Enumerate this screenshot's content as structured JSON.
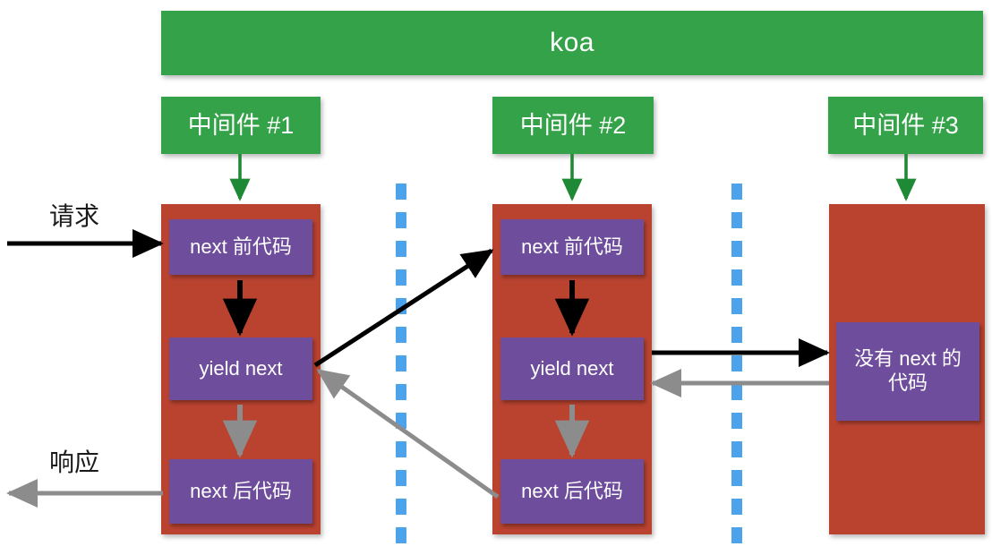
{
  "diagram": {
    "title": "koa middleware flow",
    "colors": {
      "green": "#34a248",
      "red": "#ba4330",
      "purple": "#6e4d9c",
      "blue_divider": "#4da2ec",
      "black_arrow": "#000000",
      "gray_arrow": "#8c8c8c",
      "text": "#ffffff"
    }
  },
  "header": {
    "label": "koa"
  },
  "side_labels": {
    "request": "请求",
    "response": "响应"
  },
  "columns": [
    {
      "id": "middleware-1",
      "title": "中间件 #1",
      "blocks": [
        {
          "id": "pre-next",
          "label": "next 前代码"
        },
        {
          "id": "yield",
          "label": "yield next"
        },
        {
          "id": "post-next",
          "label": "next 后代码"
        }
      ]
    },
    {
      "id": "middleware-2",
      "title": "中间件 #2",
      "blocks": [
        {
          "id": "pre-next",
          "label": "next 前代码"
        },
        {
          "id": "yield",
          "label": "yield next"
        },
        {
          "id": "post-next",
          "label": "next 后代码"
        }
      ]
    },
    {
      "id": "middleware-3",
      "title": "中间件 #3",
      "blocks": [
        {
          "id": "no-next",
          "label": "没有 next 的\n代码",
          "line1": "没有 next 的",
          "line2": "代码"
        }
      ]
    }
  ]
}
